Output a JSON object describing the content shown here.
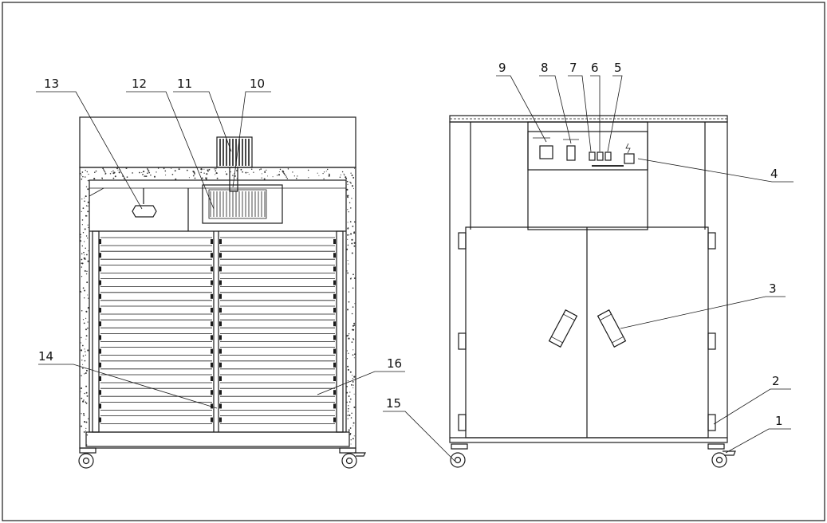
{
  "diagram": {
    "callouts": [
      {
        "id": "c13",
        "text": "13"
      },
      {
        "id": "c12",
        "text": "12"
      },
      {
        "id": "c11",
        "text": "11"
      },
      {
        "id": "c10",
        "text": "10"
      },
      {
        "id": "c14",
        "text": "14"
      },
      {
        "id": "c16",
        "text": "16"
      },
      {
        "id": "c9",
        "text": "9"
      },
      {
        "id": "c8",
        "text": "8"
      },
      {
        "id": "c7",
        "text": "7"
      },
      {
        "id": "c6",
        "text": "6"
      },
      {
        "id": "c5",
        "text": "5"
      },
      {
        "id": "c4",
        "text": "4"
      },
      {
        "id": "c3",
        "text": "3"
      },
      {
        "id": "c2",
        "text": "2"
      },
      {
        "id": "c15",
        "text": "15"
      },
      {
        "id": "c1",
        "text": "1"
      }
    ],
    "colors": {
      "line": "#1a1a1a",
      "background": "#ffffff"
    }
  }
}
